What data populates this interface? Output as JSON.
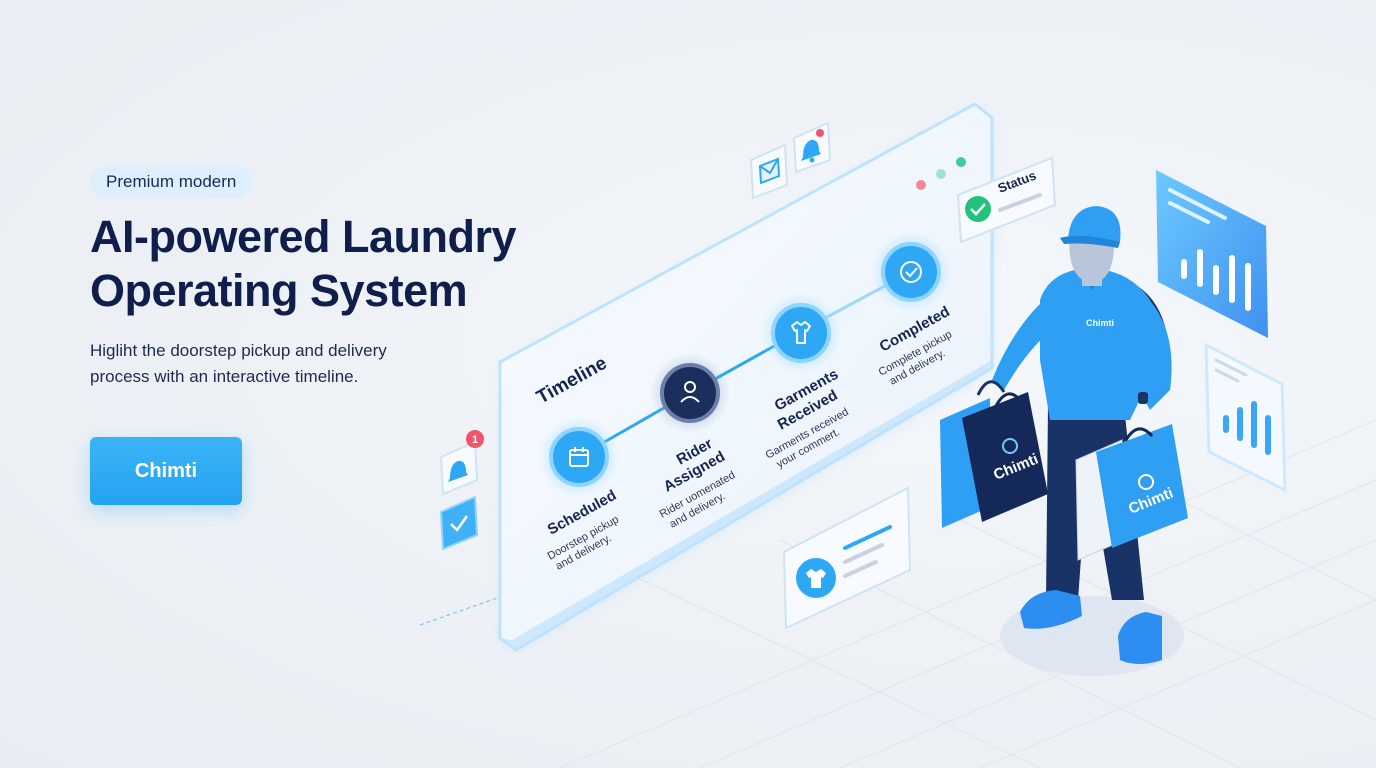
{
  "hero": {
    "badge": "Premium modern",
    "title_line1": "AI-powered Laundry",
    "title_line2": "Operating System",
    "subtitle_line1": "Higliht the doorstep pickup and delivery",
    "subtitle_line2": "process with an interactive timeline.",
    "cta_label": "Chimti"
  },
  "timeline": {
    "title": "Timeline",
    "steps": [
      {
        "icon": "calendar-icon",
        "title_line1": "Scheduled",
        "title_line2": "",
        "desc_line1": "Doorstep pickup",
        "desc_line2": "and delivery."
      },
      {
        "icon": "user-icon",
        "title_line1": "Rider",
        "title_line2": "Assigned",
        "desc_line1": "Rider uomenated",
        "desc_line2": "and delivery."
      },
      {
        "icon": "shirt-icon",
        "title_line1": "Garments",
        "title_line2": "Received",
        "desc_line1": "Garments received",
        "desc_line2": "your commert."
      },
      {
        "icon": "check-icon",
        "title_line1": "Completed",
        "title_line2": "",
        "desc_line1": "Complete pickup",
        "desc_line2": "and delivery."
      }
    ]
  },
  "status_card": {
    "label": "Status"
  },
  "notifications": {
    "count": "1"
  },
  "rider": {
    "shirt_logo": "Chimti",
    "bag_logo": "Chimti"
  },
  "colors": {
    "accent": "#2ea8f5",
    "navy": "#0f1e4a",
    "background": "#eef2f7"
  }
}
